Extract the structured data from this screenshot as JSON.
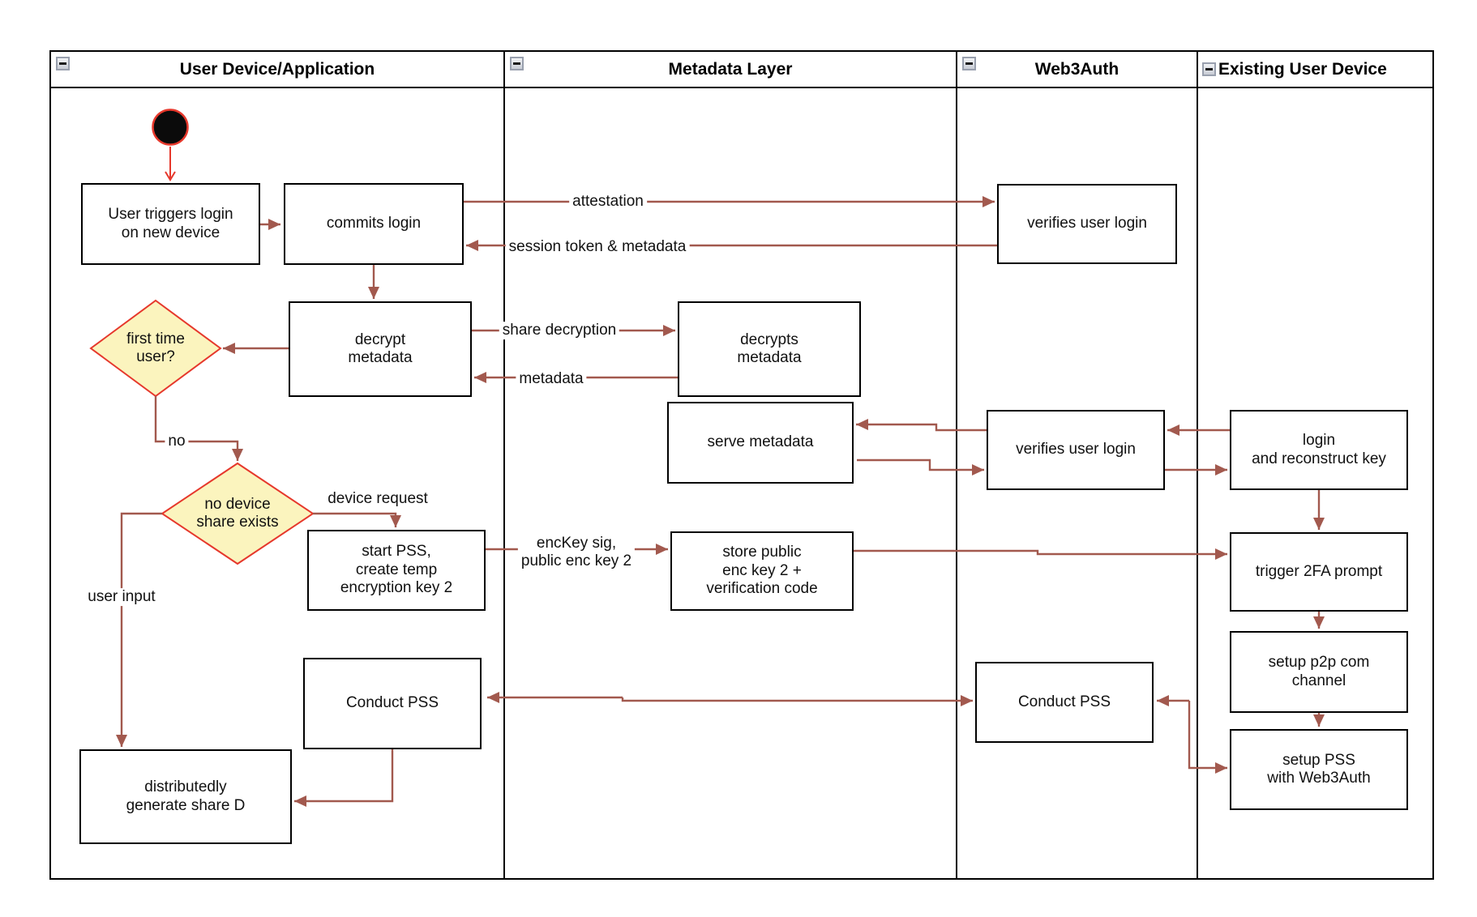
{
  "lanes": [
    {
      "id": "user-device",
      "title": "User Device/Application"
    },
    {
      "id": "metadata-layer",
      "title": "Metadata Layer"
    },
    {
      "id": "web3auth",
      "title": "Web3Auth"
    },
    {
      "id": "existing-device",
      "title": "Existing User Device"
    }
  ],
  "nodes": {
    "user_triggers": {
      "label": "User triggers login\non new device"
    },
    "commits_login": {
      "label": "commits login"
    },
    "decrypt_metadata": {
      "label": "decrypt\nmetadata"
    },
    "decrypts_metadata": {
      "label": "decrypts\nmetadata"
    },
    "serve_metadata": {
      "label": "serve metadata"
    },
    "verifies_user_login_1": {
      "label": "verifies user login"
    },
    "verifies_user_login_2": {
      "label": "verifies user login"
    },
    "login_reconstruct": {
      "label": "login\nand reconstruct key"
    },
    "start_pss": {
      "label": "start PSS,\ncreate temp\nencryption key 2"
    },
    "store_public": {
      "label": "store public\nenc key 2 +\nverification code"
    },
    "trigger_2fa": {
      "label": "trigger 2FA prompt"
    },
    "setup_p2p": {
      "label": "setup p2p com\nchannel"
    },
    "setup_pss": {
      "label": "setup PSS\nwith Web3Auth"
    },
    "conduct_pss_1": {
      "label": "Conduct PSS"
    },
    "conduct_pss_2": {
      "label": "Conduct PSS"
    },
    "distributedly": {
      "label": "distributedly\ngenerate share D"
    }
  },
  "decisions": {
    "first_time_user": {
      "label": "first time\nuser?"
    },
    "no_device_share": {
      "label": "no device\nshare exists"
    }
  },
  "edge_labels": {
    "attestation": "attestation",
    "session_token": "session token & metadata",
    "share_decryption": "share decryption",
    "metadata": "metadata",
    "no": "no",
    "device_request": "device request",
    "enckey_sig": "encKey sig,\npublic enc key 2",
    "user_input": "user input"
  },
  "icons": {
    "collapse_glyph": "−"
  },
  "colors": {
    "flow_arrow": "#A2594E",
    "start_arrow": "#E6382C",
    "decision_border": "#E6382C",
    "decision_fill": "#FBF4BE",
    "node_border": "#000000",
    "frame": "#000000"
  }
}
